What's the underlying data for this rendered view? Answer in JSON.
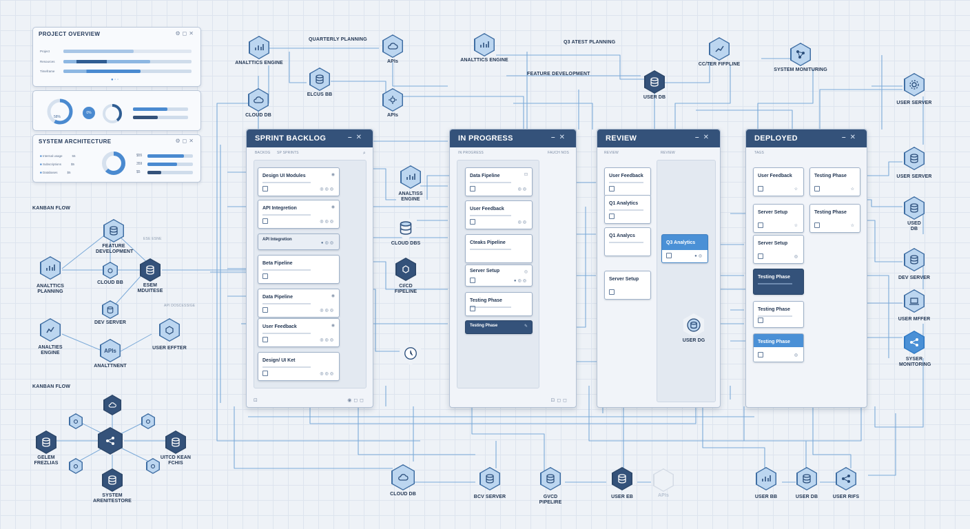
{
  "panels": {
    "project_overview": {
      "title": "PROJECT OVERVIEW",
      "rows": [
        "Project",
        "Resources",
        "Timeframe"
      ]
    },
    "stats": {
      "badge_1": "58%",
      "badge_2": "0%",
      "progress": [
        0.62,
        0.45
      ]
    },
    "architecture": {
      "title": "SYSTEM ARCHITECTURE",
      "rows": [
        {
          "label": "Internal usage",
          "value": "55"
        },
        {
          "label": "Subscriptions",
          "value": "$5"
        },
        {
          "label": "Databases",
          "value": "$5"
        }
      ],
      "values_right": [
        "$55",
        "359",
        "$5"
      ]
    }
  },
  "kanban_labels": {
    "top": "KANBAN FLOW",
    "bottom": "KANBAN FLOW"
  },
  "top_labels": {
    "quarterly": "QUARTERLY PLANNING",
    "q3": "Q3 ATEST PLANNING",
    "feature_dev": "FEATURE DEVELOPMENT"
  },
  "columns": {
    "sprint": {
      "title": "SPRINT BACKLOG",
      "sub_a": "BACKOG",
      "sub_b": "SP SPRINTS",
      "cards": [
        "Design UI Modules",
        "API Integretion",
        "API Integretion",
        "Beta Fipeline",
        "Data Pipeline",
        "User Feedback",
        "Design/ UI Ket"
      ]
    },
    "progress": {
      "title": "IN PROGRESS",
      "sub_a": "IN PROGRESS",
      "sub_b": "FAUCH NOS",
      "cards": [
        "Data Fipeline",
        "User Feedback",
        "Cteaks Pipeline",
        "Server Setup",
        "Testing Phase",
        "Testing Phase"
      ]
    },
    "review": {
      "title": "REVIEW",
      "sub_a": "REVIEW",
      "sub_b": "REVIEW",
      "cards": [
        "User Feedback",
        "Q1 Analytics",
        "Q1 Analycs",
        "Server Setup",
        "Q3 Analytics"
      ]
    },
    "deployed": {
      "title": "DEPLOYED",
      "sub_a": "TAGS",
      "cards": [
        "User Feedback",
        "Testing Phase",
        "Server Setup",
        "Testing Phase",
        "Server Setup",
        "Testing Phase",
        "Testing Phase",
        "Testing Phase"
      ]
    }
  },
  "nodes": {
    "analytics_engine_top": "ANALTTICS ENGINE",
    "apis_top": "APIs",
    "elcus_db": "ELCUS BB",
    "cloud_db_top": "CLOUD DB",
    "apis_mid": "APIs",
    "analytics_engine_top2": "ANALTTICS ENGINE",
    "user_db_top": "USER DB",
    "cc_fifpline": "CC/TER FIFPLINE",
    "system_monitoring_top": "SYSTEM MONITURING",
    "user_server_r1": "USER SERVER",
    "user_server_r2": "USER SERVER",
    "used_db_r": "USED DB",
    "dev_server_r": "DEV SERVER",
    "user_mffer_r": "USER MFFER",
    "system_monitoring_r": "SYSER MONITORING",
    "analtiss_engine_mid": "ANALTISS ENGINE",
    "cloud_dbs_mid": "CLOUD DBS",
    "clicd_fipeline": "CI/CD FIPELINE",
    "user_dg": "USER DG",
    "feature_dev_left": "FEATURE DEVELOPMENT",
    "analytics_planning": "ANALTTICS PLANNING",
    "cloud_bb_left": "CLOUD BB",
    "esem_mdutese": "ESEM MDUITESE",
    "dev_server_left": "DEV SERVER",
    "analties_engine_left": "ANALTIES ENGINE",
    "apis_analtment": "ANALTTNENT",
    "apis_glyph": "APIs",
    "user_effter": "USER EFFTER",
    "gelem_frezlias": "GELEM FREZLIAS",
    "utcd_kean": "UITCD KEAN FCHIS",
    "system_aren": "SYSTEM ARENITESTORE",
    "cloud_db_bottom": "CLOUD DB",
    "bcv_server": "BCV SERVER",
    "gvcd_pipeline": "GVCD PIPELIRE",
    "user_eb": "USER EB",
    "apis_ghost": "APIs",
    "user_bb": "USER BB",
    "user_db_bottom": "USER DB",
    "user_rifs": "USER RIFS"
  },
  "dim_labels": {
    "ese_cinerlas": "ESE ESNE",
    "api_dosc": "API DOSCESSIGE"
  }
}
